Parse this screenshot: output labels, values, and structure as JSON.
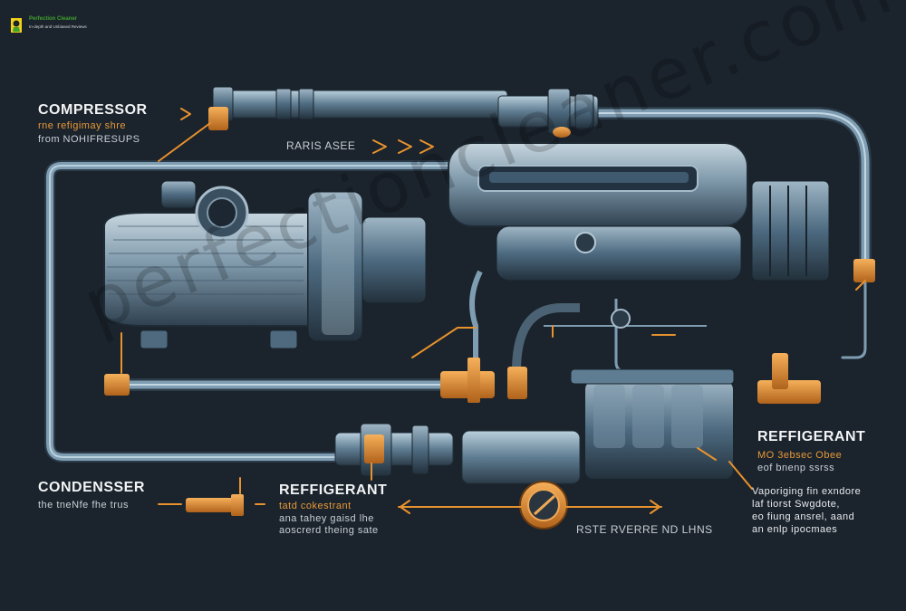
{
  "logo": {
    "name": "Perfection Cleaner",
    "tagline": "In-depth and Unbiased Reviews"
  },
  "watermark": "perfectioncleaner.com",
  "labels": {
    "compressor": {
      "title": "COMPRESSOR",
      "line1": "rne refigimay shre",
      "line2": "from NOHIFRESUPS"
    },
    "raris_asee": "RARIS ASEE",
    "condenser": {
      "title": "CONDENSSER",
      "line1": "the tneNfe fhe trus"
    },
    "refrigerant_center": {
      "title": "REFFIGERANT",
      "line1": "tatd cokestrant",
      "line2": "ana tahey gaisd lhe",
      "line3": "aoscrerd theing sate"
    },
    "refrigerant_right": {
      "title": "REFFIGERANT",
      "line1": "MO 3ebsec Obee",
      "line2": "eof bnenp ssrss"
    },
    "evaporator_note": {
      "line1": "Vaporiging fin exndore",
      "line2": "laf tiorst Swgdote,",
      "line3": "eo fiung ansrel, aand",
      "line4": "an enlp ipocmaes"
    },
    "reverse_lines": "RSTE RVERRE ND LHNS"
  },
  "colors": {
    "background": "#1b232c",
    "pipe": "#6f8fa6",
    "pipe_light": "#a9c3d4",
    "accent": "#e8922e",
    "text": "#e8ecef"
  }
}
